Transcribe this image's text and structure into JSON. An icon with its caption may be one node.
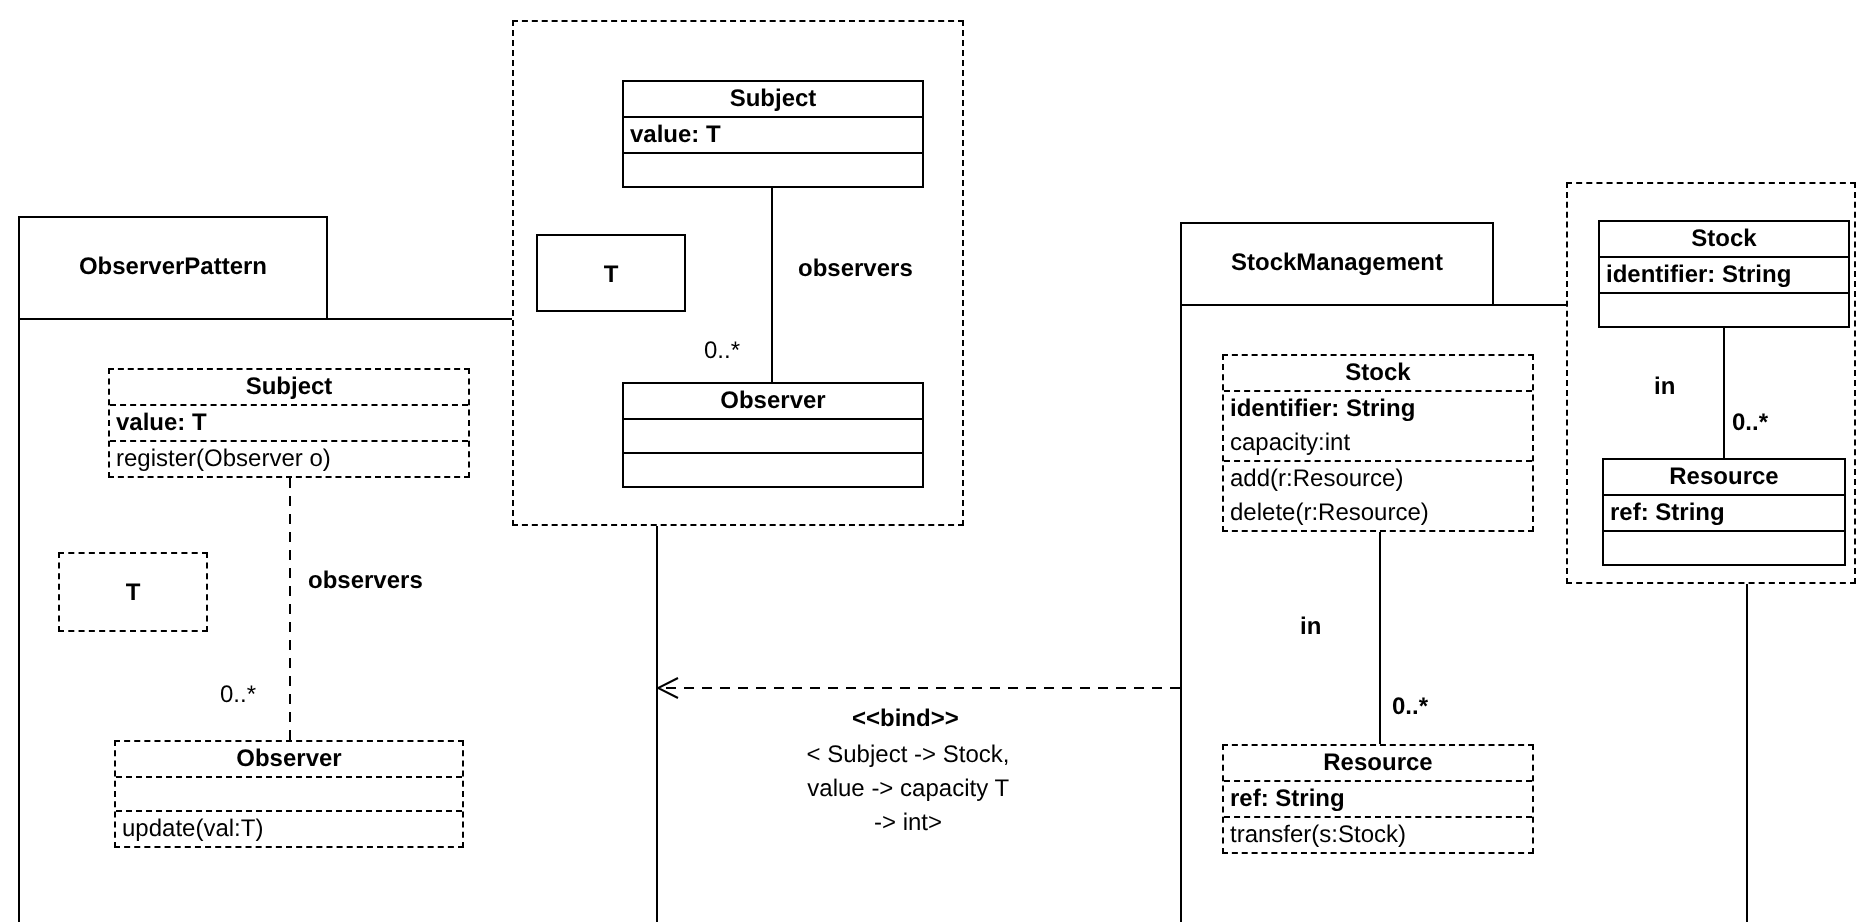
{
  "diagram": {
    "nodes": [
      {
        "text": [
          "ObserverPattern"
        ]
      },
      {
        "text": [],
        "shape": "box"
      },
      {
        "text": [
          "Subject",
          "value: T"
        ],
        "in": 1
      },
      {
        "text": [
          "T"
        ],
        "in": 1
      },
      {
        "text": [
          "Observer"
        ],
        "in": 1
      },
      {
        "text": [
          "Subject",
          "value: T",
          "register(Observer o)"
        ],
        "in": 0
      },
      {
        "text": [
          "T"
        ],
        "in": 0
      },
      {
        "text": [
          "Observer",
          "update(val:T)"
        ],
        "in": 0
      },
      {
        "text": [
          "StockManagement"
        ]
      },
      {
        "text": [],
        "shape": "box"
      },
      {
        "text": [
          "Stock",
          "identifier: String"
        ],
        "in": 9
      },
      {
        "text": [
          "Resource",
          "ref: String"
        ],
        "in": 9
      },
      {
        "text": [
          "Stock",
          "identifier: String",
          "capacity:int",
          "add(r:Resource)",
          "delete(r:Resource)"
        ],
        "in": 8
      },
      {
        "text": [
          "Resource",
          "ref: String",
          "transfer(s:Stock)"
        ],
        "in": 8
      }
    ],
    "edges": [
      {
        "from": 2,
        "to": 4,
        "arrow": "none",
        "label": "observers"
      },
      {
        "from": 5,
        "to": 7,
        "arrow": "none",
        "label": "observers",
        "style": "dashed"
      },
      {
        "from": 10,
        "to": 11,
        "arrow": "none",
        "label": "in"
      },
      {
        "from": 12,
        "to": 13,
        "arrow": "none",
        "label": "in"
      },
      {
        "from": 8,
        "to": 0,
        "arrow": "to",
        "label": "<<bind>>",
        "style": "dashed"
      }
    ],
    "labels": [
      "0..*",
      "0..*",
      "0..*",
      "0..*",
      "< Subject -> Stock, value -> capacity T -> int>"
    ]
  }
}
